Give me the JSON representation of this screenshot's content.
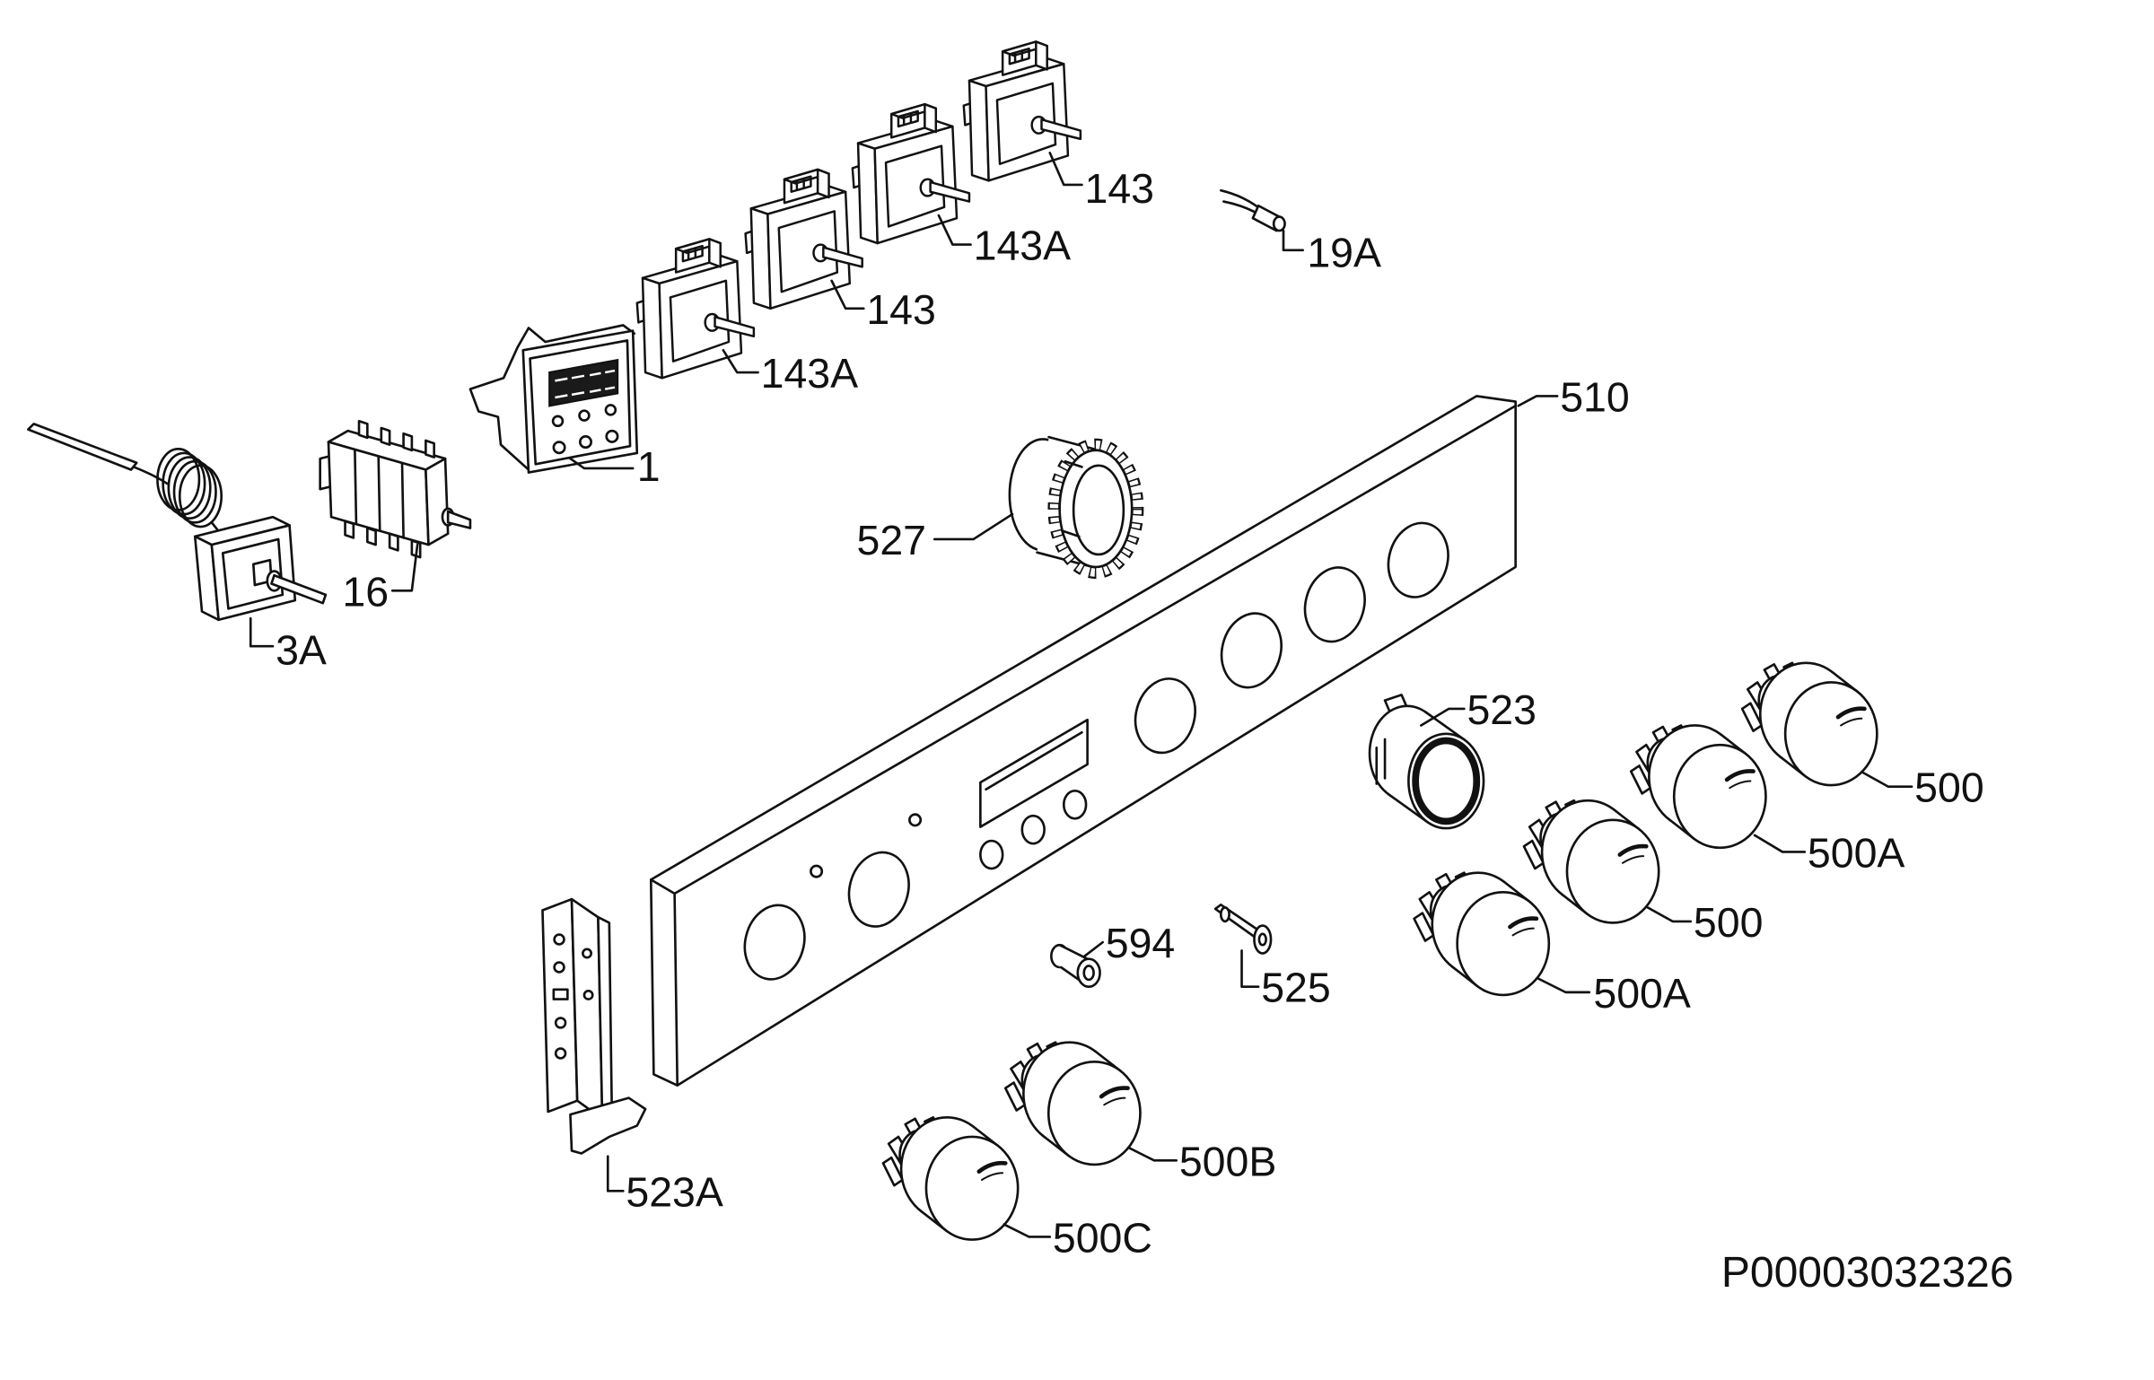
{
  "diagram": {
    "callouts": [
      {
        "label": "143"
      },
      {
        "label": "143A"
      },
      {
        "label": "19A"
      },
      {
        "label": "143"
      },
      {
        "label": "143A"
      },
      {
        "label": "510"
      },
      {
        "label": "1"
      },
      {
        "label": "527"
      },
      {
        "label": "16"
      },
      {
        "label": "3A"
      },
      {
        "label": "523"
      },
      {
        "label": "500"
      },
      {
        "label": "500A"
      },
      {
        "label": "500"
      },
      {
        "label": "594"
      },
      {
        "label": "525"
      },
      {
        "label": "500A"
      },
      {
        "label": "500B"
      },
      {
        "label": "523A"
      },
      {
        "label": "500C"
      }
    ],
    "drawing_number": "P00003032326"
  }
}
